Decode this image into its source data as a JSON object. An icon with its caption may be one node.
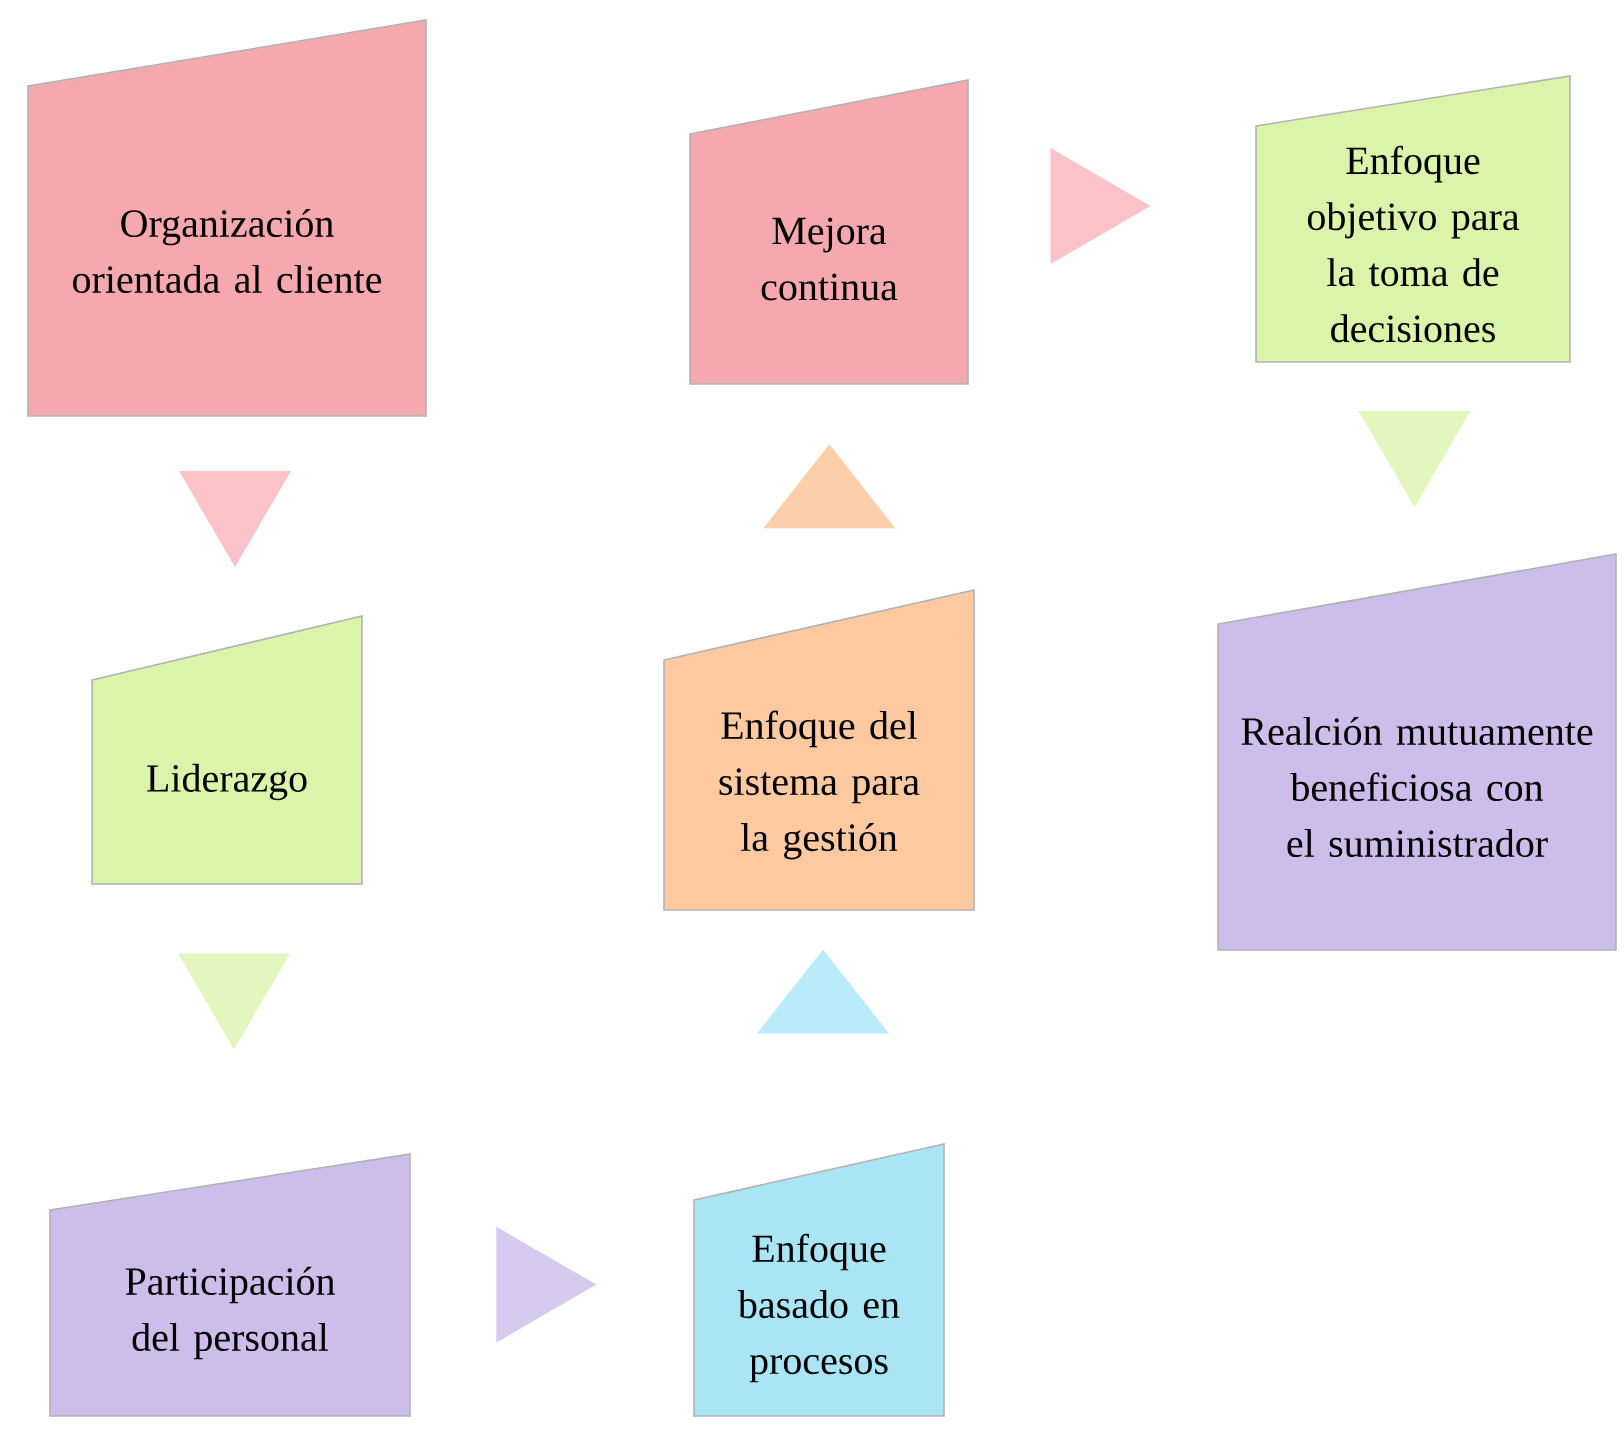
{
  "diagram": {
    "nodes": [
      {
        "text": [
          "Organización orientada al cliente"
        ]
      },
      {
        "text": [
          "Liderazgo"
        ]
      },
      {
        "text": [
          "Participación del personal"
        ]
      },
      {
        "text": [
          "Enfoque basado en procesos"
        ]
      },
      {
        "text": [
          "Enfoque del sistema para la gestión"
        ]
      },
      {
        "text": [
          "Mejora continua"
        ]
      },
      {
        "text": [
          "Enfoque objetivo para la toma de decisiones"
        ]
      },
      {
        "text": [
          "Realción mutuamente beneficiosa con el suministrador"
        ]
      }
    ],
    "edges": [
      {
        "from": 0,
        "to": 1,
        "arrow": "to",
        "color": "#fbc3c8"
      },
      {
        "from": 1,
        "to": 2,
        "arrow": "to",
        "color": "#e2f7bd"
      },
      {
        "from": 2,
        "to": 3,
        "arrow": "to",
        "color": "#d6cbef"
      },
      {
        "from": 3,
        "to": 4,
        "arrow": "to",
        "color": "#b9ecf8"
      },
      {
        "from": 4,
        "to": 5,
        "arrow": "to",
        "color": "#fbcfaa"
      },
      {
        "from": 5,
        "to": 6,
        "arrow": "to",
        "color": "#fbc3c8"
      },
      {
        "from": 6,
        "to": 7,
        "arrow": "to",
        "color": "#e2f7bd"
      }
    ]
  }
}
